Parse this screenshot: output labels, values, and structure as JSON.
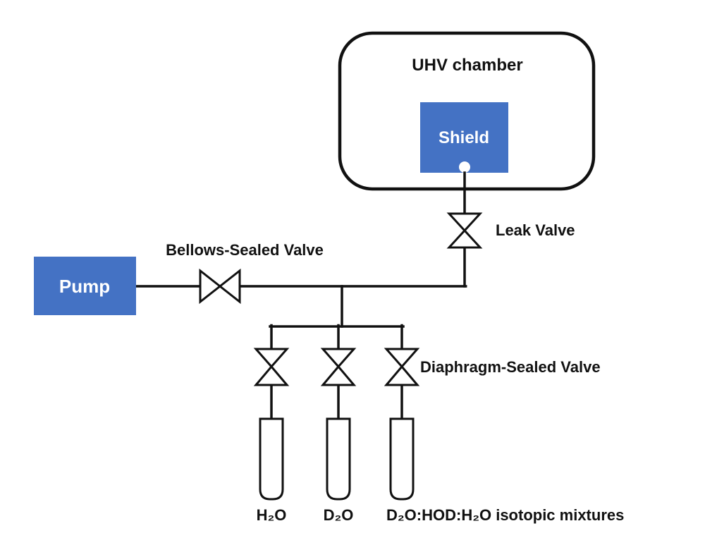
{
  "diagram": {
    "chamber": {
      "title": "UHV chamber",
      "shield_label": "Shield"
    },
    "pump": {
      "label": "Pump"
    },
    "valves": {
      "leak_valve_label": "Leak Valve",
      "bellows_valve_label": "Bellows-Sealed Valve",
      "diaphragm_valve_label": "Diaphragm-Sealed Valve"
    },
    "vials": [
      {
        "label": "H₂O"
      },
      {
        "label": "D₂O"
      },
      {
        "label": "D₂O:HOD:H₂O isotopic mixtures"
      }
    ],
    "colors": {
      "box_blue": "#4472c4",
      "liquid_gray": "#9e9e9e",
      "line_black": "#111111"
    }
  }
}
